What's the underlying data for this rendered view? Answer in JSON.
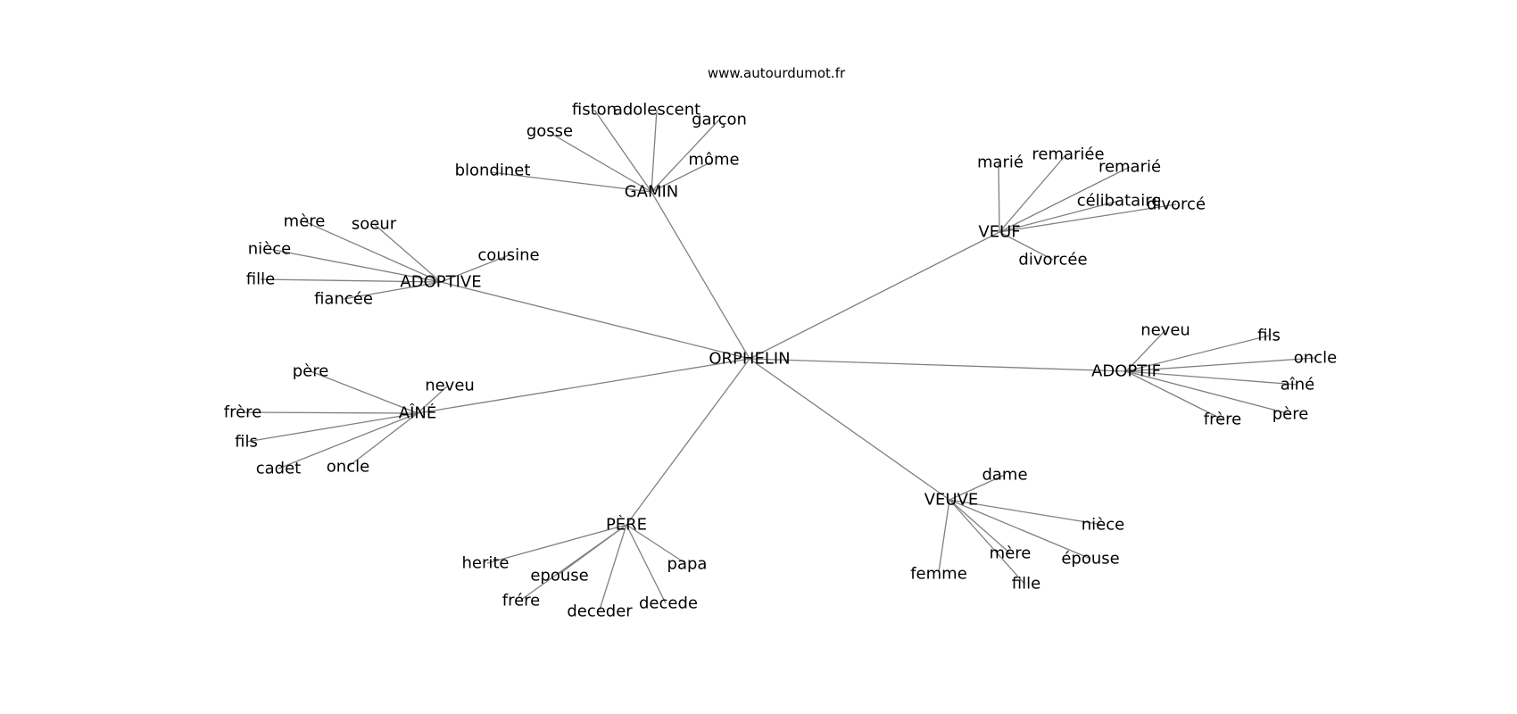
{
  "watermark": "www.autourdumot.fr",
  "center": "ORPHELIN",
  "groups": [
    {
      "hub": "GAMIN",
      "words": [
        "fiston",
        "adolescent",
        "garçon",
        "gosse",
        "môme",
        "blondinet"
      ]
    },
    {
      "hub": "VEUF",
      "words": [
        "marié",
        "remariée",
        "remarié",
        "célibataire",
        "divorcé",
        "divorcée"
      ]
    },
    {
      "hub": "ADOPTIVE",
      "words": [
        "mère",
        "soeur",
        "nièce",
        "cousine",
        "fille",
        "fiancée"
      ]
    },
    {
      "hub": "AÎNÉ",
      "words": [
        "père",
        "neveu",
        "frère",
        "fils",
        "cadet",
        "oncle"
      ]
    },
    {
      "hub": "ADOPTIF",
      "words": [
        "neveu",
        "fils",
        "oncle",
        "aîné",
        "père",
        "frère"
      ]
    },
    {
      "hub": "VEUVE",
      "words": [
        "dame",
        "nièce",
        "épouse",
        "mère",
        "fille",
        "femme"
      ]
    },
    {
      "hub": "PÈRE",
      "words": [
        "herite",
        "epouse",
        "papa",
        "frére",
        "deceder",
        "decede"
      ]
    }
  ]
}
